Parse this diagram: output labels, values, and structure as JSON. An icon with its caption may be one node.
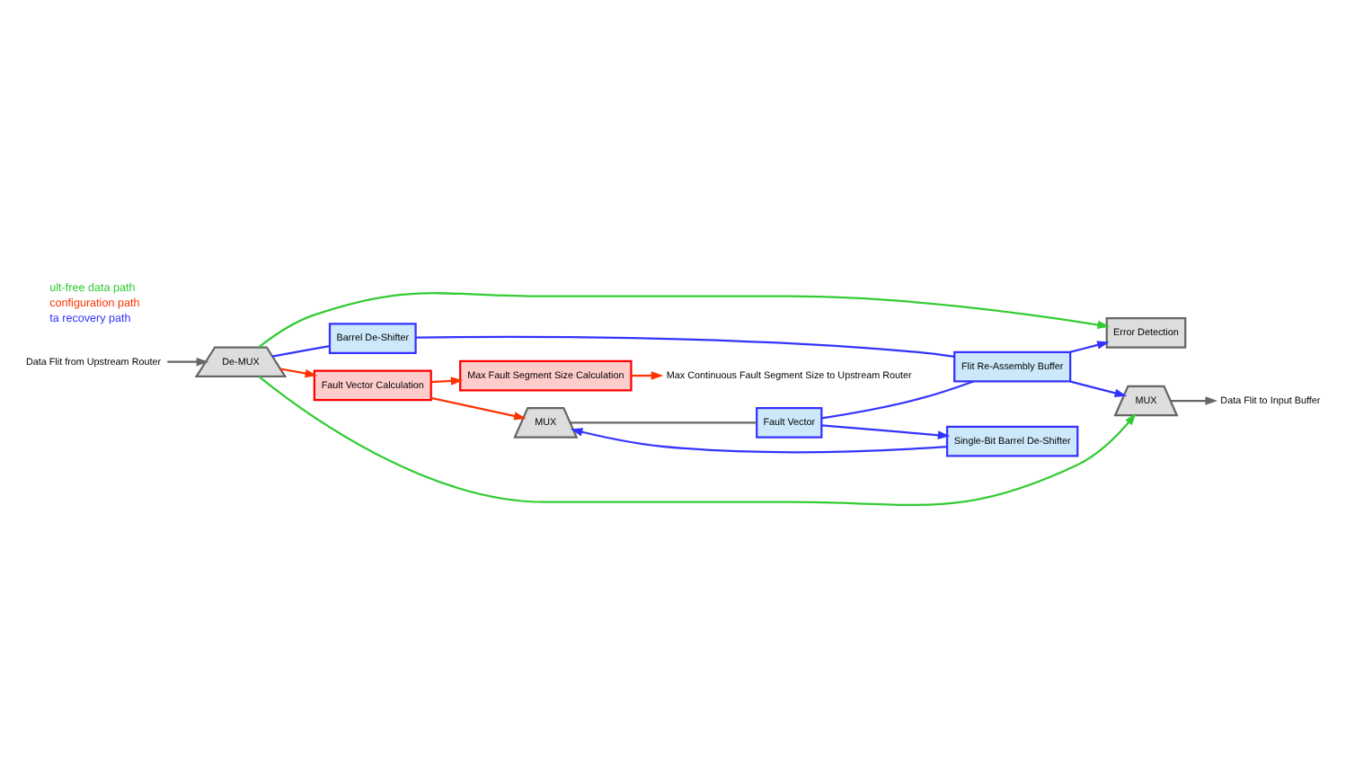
{
  "diagram": {
    "nodes": [
      {
        "text": [
          "Data Flit from Upstream Router"
        ]
      },
      {
        "text": [
          "De-MUX"
        ]
      },
      {
        "text": [
          "Barrel De-Shifter"
        ]
      },
      {
        "text": [
          "Error Detection"
        ]
      },
      {
        "text": [
          "Fault Vector"
        ]
      },
      {
        "text": [
          "MUX"
        ]
      },
      {
        "text": [
          "Flit Re-Assembly Buffer"
        ]
      },
      {
        "text": [
          "Single-Bit Barrel De-Shifter"
        ]
      },
      {
        "text": [
          "MUX"
        ]
      },
      {
        "text": [
          "Data Flit to Input Buffer"
        ]
      },
      {
        "text": [
          "Fault Vector Calculation"
        ]
      },
      {
        "text": [
          "Max Fault Segment Size Calculation"
        ]
      },
      {
        "text": [
          "Max Continuous Fault Segment Size to Upstream Router"
        ]
      }
    ],
    "edges": [
      {
        "from": 0,
        "to": 1,
        "arrow": "to",
        "color": "#666666"
      },
      {
        "from": 1,
        "to": 3,
        "arrow": "to",
        "color": "#33cc33"
      },
      {
        "from": 1,
        "to": 8,
        "arrow": "to",
        "color": "#33cc33"
      },
      {
        "from": 1,
        "to": 2,
        "arrow": "none"
      },
      {
        "from": 2,
        "to": 6,
        "arrow": "none"
      },
      {
        "from": 6,
        "to": 8,
        "arrow": "to"
      },
      {
        "from": 6,
        "to": 3,
        "arrow": "to"
      },
      {
        "from": 4,
        "to": 6,
        "arrow": "none"
      },
      {
        "from": 4,
        "to": 7,
        "arrow": "to"
      },
      {
        "from": 7,
        "to": 5,
        "arrow": "to"
      },
      {
        "from": 5,
        "to": 4,
        "arrow": "none",
        "color": "#666666"
      },
      {
        "from": 1,
        "to": 10,
        "arrow": "to",
        "color": "#ff3300"
      },
      {
        "from": 10,
        "to": 11,
        "arrow": "to",
        "color": "#ff3300"
      },
      {
        "from": 10,
        "to": 5,
        "arrow": "to",
        "color": "#ff3300"
      },
      {
        "from": 11,
        "to": 12,
        "arrow": "to",
        "color": "#ff3300"
      },
      {
        "from": 8,
        "to": 9,
        "arrow": "to",
        "color": "#666666"
      }
    ],
    "legend": [
      {
        "text": "ult-free data path",
        "color": "#33cc33"
      },
      {
        "text": "configuration path",
        "color": "#ff3300"
      },
      {
        "text": "ta recovery path",
        "color": "#3333ff"
      }
    ]
  }
}
